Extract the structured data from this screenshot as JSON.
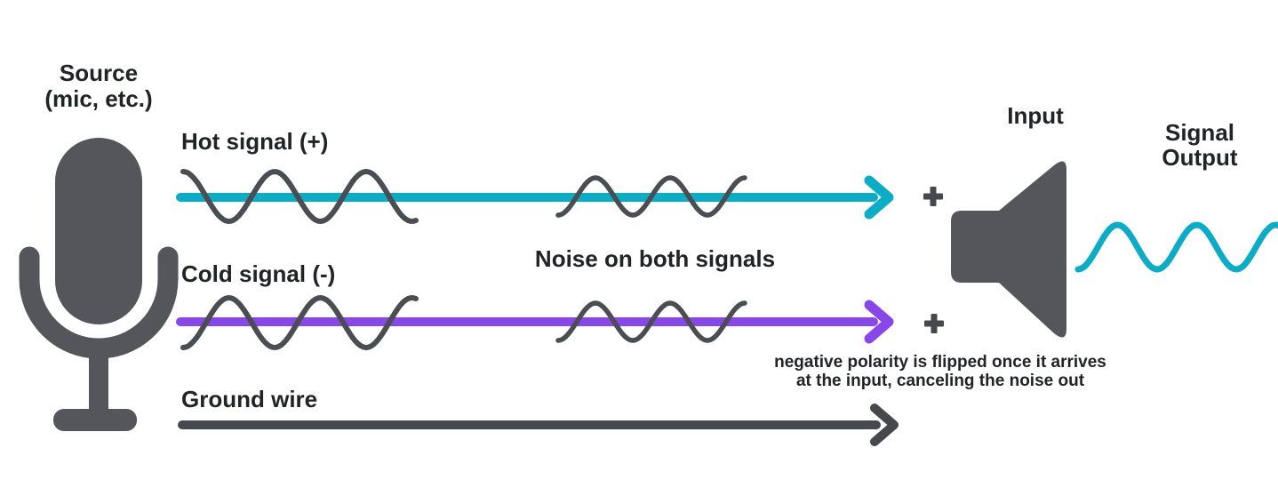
{
  "diagram": {
    "source_label": "Source\n(mic, etc.)",
    "hot_label": "Hot signal (+)",
    "cold_label": "Cold signal (-)",
    "ground_label": "Ground wire",
    "noise_label": "Noise on both signals",
    "input_label": "Input",
    "output_label": "Signal\nOutput",
    "caption": "negative polarity is flipped once it arrives\nat the input, canceling the noise out"
  },
  "icons": {
    "microphone": "microphone-icon",
    "speaker": "speaker-icon",
    "plus": "+"
  },
  "colors": {
    "hot_signal": "#0cabc6",
    "cold_signal": "#8847e8",
    "ground": "#46484e",
    "wave": "#4b4d53",
    "icon": "#54565b",
    "text": "#222326",
    "background": "#ffffff"
  }
}
